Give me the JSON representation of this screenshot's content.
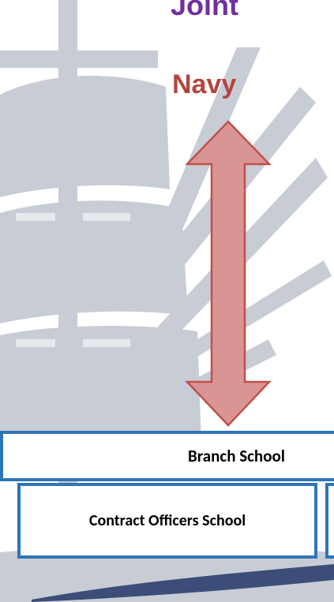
{
  "labels": {
    "top": "Joint",
    "middle": "Navy"
  },
  "arrow": {
    "fill": "#d99594",
    "stroke": "#c0504d",
    "direction": "vertical-double-headed"
  },
  "boxes": {
    "branch_school": "Branch School",
    "contract_officers_school": "Contract Officers School",
    "border_color": "#2e75b6"
  },
  "background": {
    "watermark": "sailing-ship-silhouette",
    "watermark_color": "#c3c8d2"
  }
}
